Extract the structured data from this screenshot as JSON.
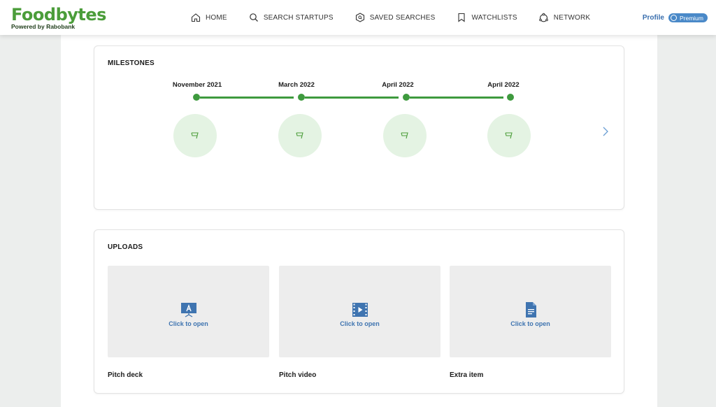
{
  "brand": {
    "name": "Foodbytes",
    "tagline": "Powered by Rabobank",
    "accent": "#4b9d3a"
  },
  "nav": [
    {
      "label": "HOME",
      "icon": "home-icon"
    },
    {
      "label": "SEARCH STARTUPS",
      "icon": "search-icon"
    },
    {
      "label": "SAVED SEARCHES",
      "icon": "saved-search-icon"
    },
    {
      "label": "WATCHLISTS",
      "icon": "bookmark-icon"
    },
    {
      "label": "NETWORK",
      "icon": "network-icon"
    }
  ],
  "profile": {
    "label": "Profile",
    "badge": "Premium"
  },
  "milestones": {
    "title": "MILESTONES",
    "items": [
      {
        "date": "November 2021",
        "icon": "flag-icon",
        "description": ""
      },
      {
        "date": "March 2022",
        "icon": "flag-icon",
        "description": ""
      },
      {
        "date": "April 2022",
        "icon": "flag-icon",
        "description": ""
      },
      {
        "date": "April 2022",
        "icon": "flag-icon",
        "description": ""
      }
    ],
    "next_icon": "chevron-right-icon"
  },
  "uploads": {
    "title": "UPLOADS",
    "items": [
      {
        "name": "Pitch deck",
        "action": "Click to open",
        "icon": "presentation-icon"
      },
      {
        "name": "Pitch video",
        "action": "Click to open",
        "icon": "video-icon"
      },
      {
        "name": "Extra item",
        "action": "Click to open",
        "icon": "document-icon"
      }
    ]
  },
  "colors": {
    "timeline": "#3e9a3e",
    "link": "#3f74b0",
    "premium": "#4a89c8"
  }
}
